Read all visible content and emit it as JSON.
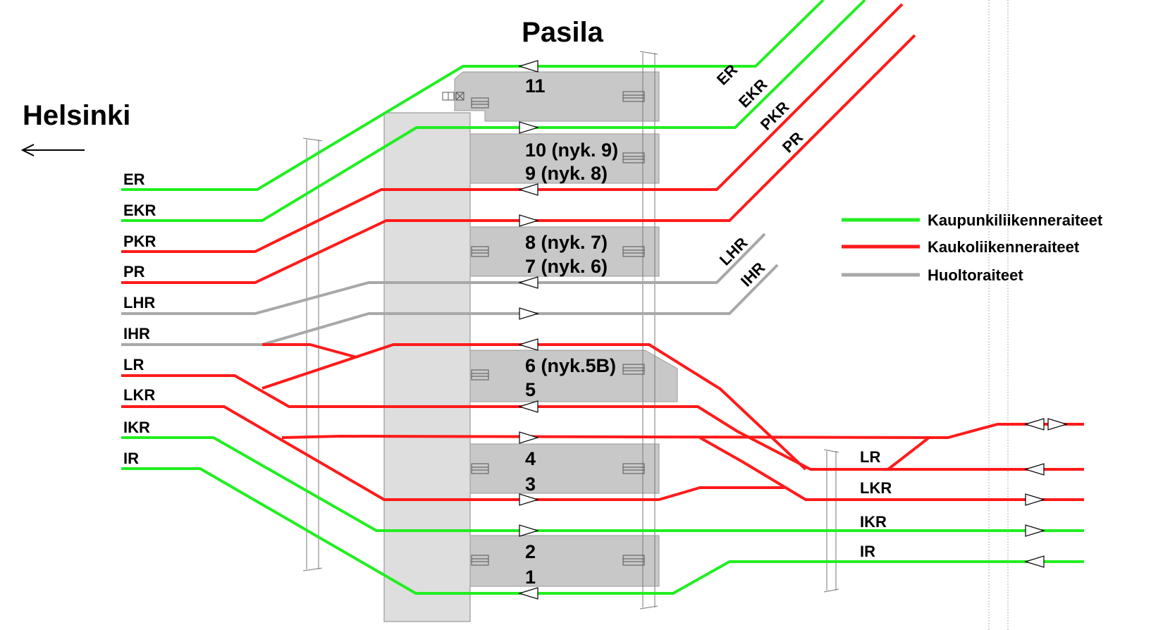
{
  "title": "Pasila",
  "direction": {
    "label": "Helsinki",
    "arrow": "left-arrow"
  },
  "colors": {
    "commuter": "#22ee22",
    "longdistance": "#ff1a1a",
    "maintenance": "#a8a8a8",
    "platform": "#c8c8c8",
    "platform_large": "#dedede"
  },
  "legend": [
    {
      "label": "Kaupunkiliikenneraiteet",
      "color": "#22ee22"
    },
    {
      "label": "Kaukoliikenneraiteet",
      "color": "#ff1a1a"
    },
    {
      "label": "Huoltoraiteet",
      "color": "#a8a8a8"
    }
  ],
  "left_labels": [
    "ER",
    "EKR",
    "PKR",
    "PR",
    "LHR",
    "IHR",
    "LR",
    "LKR",
    "IKR",
    "IR"
  ],
  "top_right_labels": [
    "ER",
    "EKR",
    "PKR",
    "PR",
    "LHR",
    "IHR"
  ],
  "right_labels": [
    "LR",
    "LKR",
    "IKR",
    "IR"
  ],
  "platform_tracks": [
    "11",
    "10 (nyk. 9)",
    "9 (nyk. 8)",
    "8 (nyk. 7)",
    "7 (nyk. 6)",
    "6 (nyk.5B)",
    "5",
    "4",
    "3",
    "2",
    "1"
  ]
}
